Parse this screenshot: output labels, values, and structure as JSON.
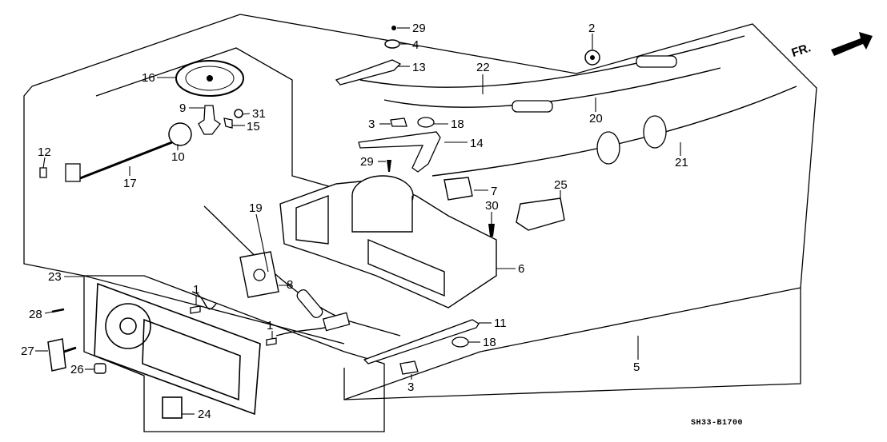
{
  "diagram": {
    "title_code": "SH33-B1700",
    "direction_indicator": "FR.",
    "callouts": [
      {
        "id": "c2",
        "text": "2"
      },
      {
        "id": "c29a",
        "text": "29"
      },
      {
        "id": "c4",
        "text": "4"
      },
      {
        "id": "c13",
        "text": "13"
      },
      {
        "id": "c22",
        "text": "22"
      },
      {
        "id": "c16",
        "text": "16"
      },
      {
        "id": "c9",
        "text": "9"
      },
      {
        "id": "c31",
        "text": "31"
      },
      {
        "id": "c15",
        "text": "15"
      },
      {
        "id": "c12",
        "text": "12"
      },
      {
        "id": "c10",
        "text": "10"
      },
      {
        "id": "c17",
        "text": "17"
      },
      {
        "id": "c3a",
        "text": "3"
      },
      {
        "id": "c18a",
        "text": "18"
      },
      {
        "id": "c20",
        "text": "20"
      },
      {
        "id": "c14",
        "text": "14"
      },
      {
        "id": "c21",
        "text": "21"
      },
      {
        "id": "c29b",
        "text": "29"
      },
      {
        "id": "c7",
        "text": "7"
      },
      {
        "id": "c25",
        "text": "25"
      },
      {
        "id": "c30",
        "text": "30"
      },
      {
        "id": "c19",
        "text": "19"
      },
      {
        "id": "c6",
        "text": "6"
      },
      {
        "id": "c8",
        "text": "8"
      },
      {
        "id": "c23",
        "text": "23"
      },
      {
        "id": "c1a",
        "text": "1"
      },
      {
        "id": "c28",
        "text": "28"
      },
      {
        "id": "c1b",
        "text": "1"
      },
      {
        "id": "c11",
        "text": "11"
      },
      {
        "id": "c18b",
        "text": "18"
      },
      {
        "id": "c27",
        "text": "27"
      },
      {
        "id": "c26",
        "text": "26"
      },
      {
        "id": "c5",
        "text": "5"
      },
      {
        "id": "c3b",
        "text": "3"
      },
      {
        "id": "c24",
        "text": "24"
      }
    ]
  }
}
